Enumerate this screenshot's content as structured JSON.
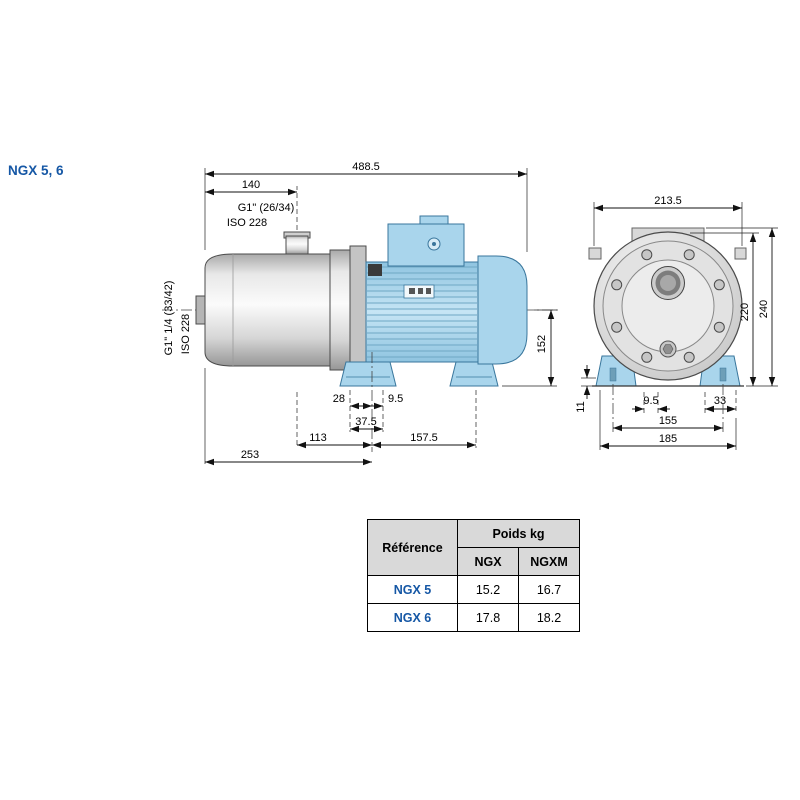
{
  "title": "NGX 5, 6",
  "side_view": {
    "port_top_label": "G1\" (26/34)",
    "port_top_iso": "ISO 228",
    "port_left_label": "G1\" 1/4 (33/42)",
    "port_left_iso": "ISO 228",
    "dims": {
      "overall": "488.5",
      "port_offset": "140",
      "axis_height": "152",
      "foot_front": "28",
      "foot_slot": "9.5",
      "foot_total": "37.5",
      "port_to_foot": "113",
      "foot_to_rear": "157.5",
      "front_to_foot": "253"
    }
  },
  "front_view": {
    "dims": {
      "width": "213.5",
      "body_height": "220",
      "total_height": "240",
      "slot_height": "11",
      "slot_width": "9.5",
      "foot_edge": "33",
      "hole_spacing": "155",
      "base_width": "185"
    }
  },
  "table": {
    "headers": {
      "reference": "Référence",
      "weight": "Poids kg",
      "ngx": "NGX",
      "ngxm": "NGXM"
    },
    "rows": [
      {
        "ref": "NGX 5",
        "ngx": "15.2",
        "ngxm": "16.7"
      },
      {
        "ref": "NGX 6",
        "ngx": "17.8",
        "ngxm": "18.2"
      }
    ]
  }
}
